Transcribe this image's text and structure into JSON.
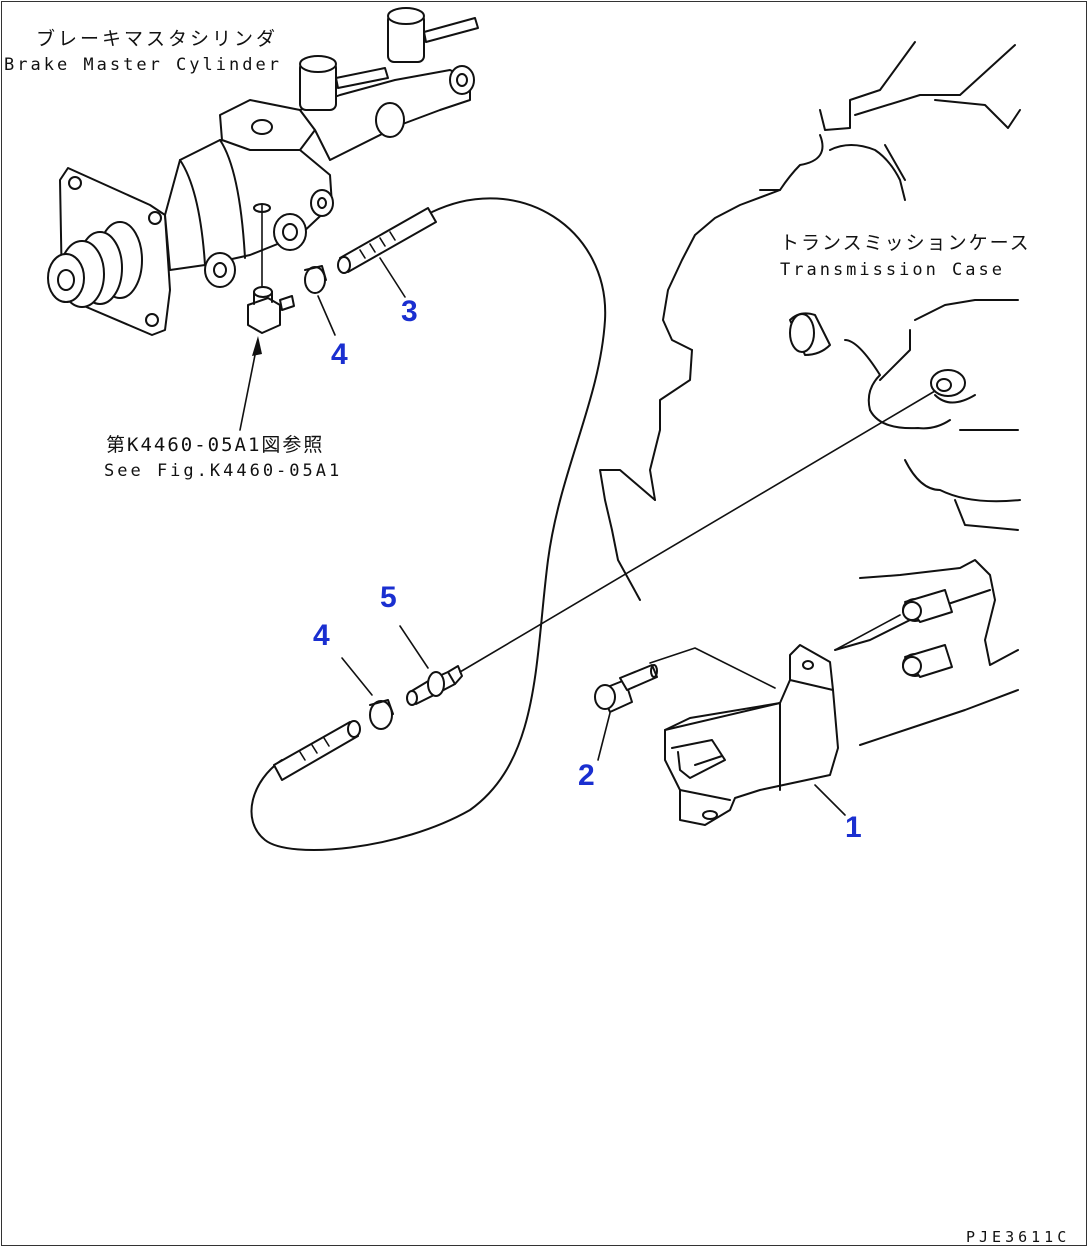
{
  "labels": {
    "master_cylinder_jp": "ブレーキマスタシリンダ",
    "master_cylinder_en": "Brake Master Cylinder",
    "transmission_case_jp": "トランスミッションケース",
    "transmission_case_en": "Transmission Case",
    "see_fig_jp": "第K4460-05A1図参照",
    "see_fig_en": "See Fig.K4460-05A1",
    "figure_code": "PJE3611C"
  },
  "callouts": {
    "part_1": "1",
    "part_2": "2",
    "part_3": "3",
    "part_4_upper": "4",
    "part_4_lower": "4",
    "part_5": "5"
  },
  "colors": {
    "callout": "#1a2fd0",
    "line": "#111111",
    "background": "#ffffff"
  }
}
